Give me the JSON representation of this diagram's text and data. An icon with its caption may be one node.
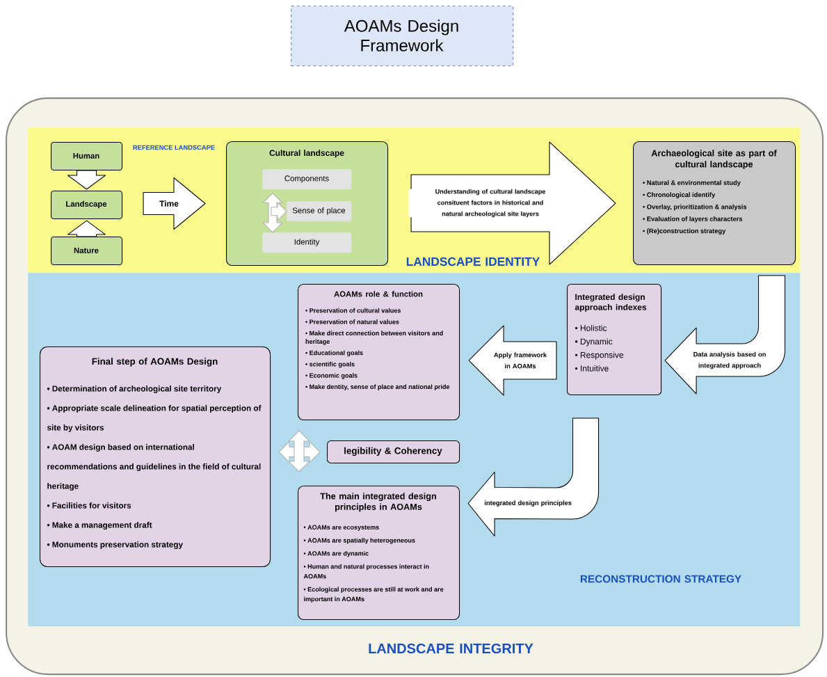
{
  "diagram": {
    "nodes": [
      {
        "text": [
          "AOAMs Design Framework"
        ]
      },
      {
        "text": [
          "LANDSCAPE INTEGRITY"
        ]
      },
      {
        "text": [
          "LANDSCAPE IDENTITY"
        ],
        "in": 1
      },
      {
        "text": [
          "RECONSTRUCTION STRATEGY"
        ],
        "in": 1
      },
      {
        "text": [
          "Human"
        ],
        "in": 2
      },
      {
        "text": [
          "Landscape"
        ],
        "in": 2
      },
      {
        "text": [
          "Nature"
        ],
        "in": 2
      },
      {
        "text": [
          "Cultural landscape"
        ],
        "in": 2
      },
      {
        "text": [
          "Components"
        ],
        "in": 7
      },
      {
        "text": [
          "Sense of place"
        ],
        "in": 7
      },
      {
        "text": [
          "Identity"
        ],
        "in": 7
      },
      {
        "text": [
          "Archaeological site as part of cultural landscape",
          "• Natural & environmental study",
          "• Chronological identify",
          "• Overlay, prioritization & analysis",
          "• Evaluation of layers characters",
          "• (Re)construction strategy"
        ],
        "in": 2
      },
      {
        "text": [
          "Integrated design approach indexes",
          "• Holistic",
          "• Dynamic",
          "• Responsive",
          "• Intuitive"
        ],
        "in": 3
      },
      {
        "text": [
          "AOAMs role & function",
          "• Preservation of cultural values",
          "• Preservation of natural values",
          "• Make direct connection between visitors and heritage",
          "• Educational goals",
          "• scientific goals",
          "• Economic goals",
          "• Make dentity, sense of place and national pride"
        ],
        "in": 3
      },
      {
        "text": [
          "Final step of AOAMs Design",
          "• Determination of archeological site territory",
          "• Appropriate scale delineation for spatial perception of site by visitors",
          "• AOAM design based on international recommendations and guidelines in the field of cultural heritage",
          "• Facilities for visitors",
          "• Make a management draft",
          "• Monuments preservation strategy"
        ],
        "in": 3
      },
      {
        "text": [
          "legibility & Coherency"
        ],
        "in": 3
      },
      {
        "text": [
          "The main integrated design principles in AOAMs",
          "• AOAMs are ecosystems",
          "• AOAMs are spatially heterogeneous",
          "• AOAMs are dynamic",
          "• Human and natural processes interact in AOAMs",
          "• Ecological processes are still at work and are important in AOAMs"
        ],
        "in": 3
      }
    ],
    "edges": [
      {
        "from": 4,
        "to": 5,
        "arrow": "to"
      },
      {
        "from": 6,
        "to": 5,
        "arrow": "to"
      },
      {
        "from": 5,
        "to": 7,
        "arrow": "to",
        "label": "Time"
      },
      {
        "from": 8,
        "to": 10,
        "arrow": "both",
        "color": "#b0b0b0"
      },
      {
        "from": null,
        "to": 9,
        "arrow": "to",
        "color": "#b0b0b0"
      },
      {
        "from": 7,
        "to": 11,
        "arrow": "to",
        "label": "Understanding of cultural landscape consituent factors in historical and natural archeological site layers"
      },
      {
        "from": 11,
        "to": 12,
        "arrow": "to",
        "label": "Data analysis based on integrated approach"
      },
      {
        "from": 12,
        "to": 13,
        "arrow": "to",
        "label": "Apply framework in AOAMs"
      },
      {
        "from": 12,
        "to": 16,
        "arrow": "to",
        "label": "integrated design principles"
      },
      {
        "from": 14,
        "to": 15,
        "arrow": "both",
        "color": "#b0b0b0"
      },
      {
        "from": 13,
        "to": 16,
        "arrow": "both",
        "color": "#b0b0b0"
      }
    ],
    "labels": [
      "REFERENCE LANDSCAPE"
    ]
  }
}
